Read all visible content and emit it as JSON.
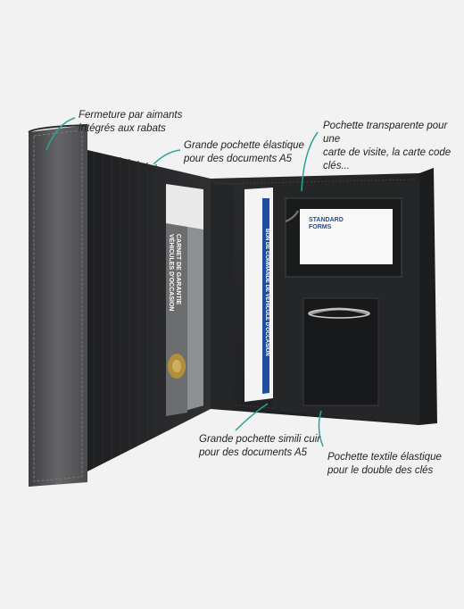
{
  "callouts": {
    "closure": "Fermeture par aimants\nintégrés aux rabats",
    "elastic_pocket": "Grande pochette élastique\npour des documents A5",
    "card_pocket": "Pochette transparente pour une\ncarte de visite, la carte code\nclés...",
    "leather_pocket": "Grande pochette simili cuir\npour des documents A5",
    "key_pocket": "Pochette textile élastique\npour le double des clés"
  },
  "documents": {
    "left_booklet": "CARNET DE GARANTIE\nVÉHICULES D'OCCASION",
    "right_form": "BON DE COMMANDE DE VÉHICULE D'OCCASION",
    "card_brand": "STANDARD\nFORMS"
  },
  "colors": {
    "background": "#f2f2f2",
    "leather": "#2c2d2f",
    "flap_grey": "#58595b",
    "accent_teal": "#2aa39a",
    "card_blue": "#1f4e9c"
  }
}
